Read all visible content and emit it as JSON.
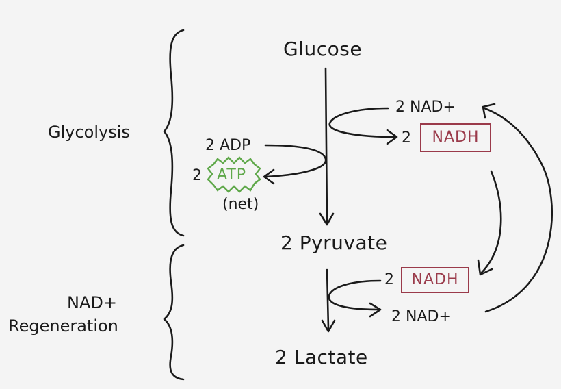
{
  "side_labels": {
    "glycolysis": "Glycolysis",
    "regeneration_line1": "NAD+",
    "regeneration_line2": "Regeneration"
  },
  "nodes": {
    "glucose": "Glucose",
    "pyruvate": "2 Pyruvate",
    "lactate": "2 Lactate",
    "adp": "2 ADP",
    "atp_coeff": "2",
    "atp": "ATP",
    "net": "(net)",
    "nad_top": "2 NAD+",
    "nadh_top_coeff": "2",
    "nadh_top": "NADH",
    "nadh_bottom_coeff": "2",
    "nadh_bottom": "NADH",
    "nad_bottom": "2 NAD+"
  },
  "colors": {
    "ink": "#1a1a1a",
    "nadh_box": "#9a3a4a",
    "atp_burst": "#5fa84a"
  }
}
